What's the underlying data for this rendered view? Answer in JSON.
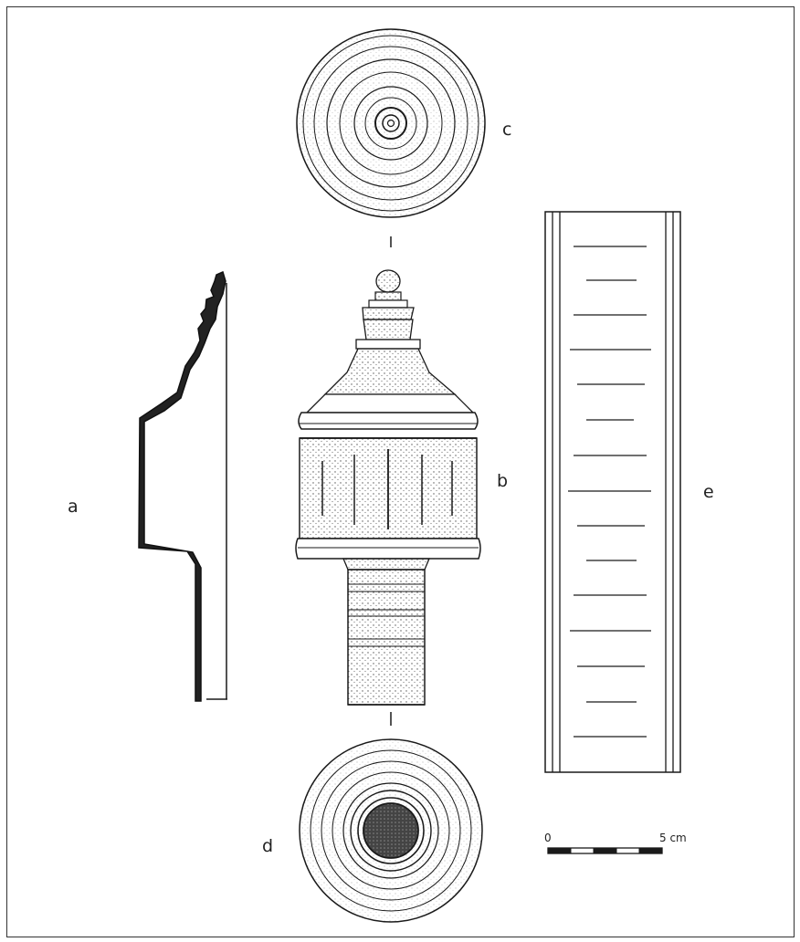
{
  "figure": {
    "labels": {
      "a": "a",
      "b": "b",
      "c": "c",
      "d": "d",
      "e": "e"
    },
    "scale_bar": {
      "start": "0",
      "end": "5 cm"
    },
    "ink_color": "#1a1a1a",
    "paper_color": "#ffffff"
  }
}
